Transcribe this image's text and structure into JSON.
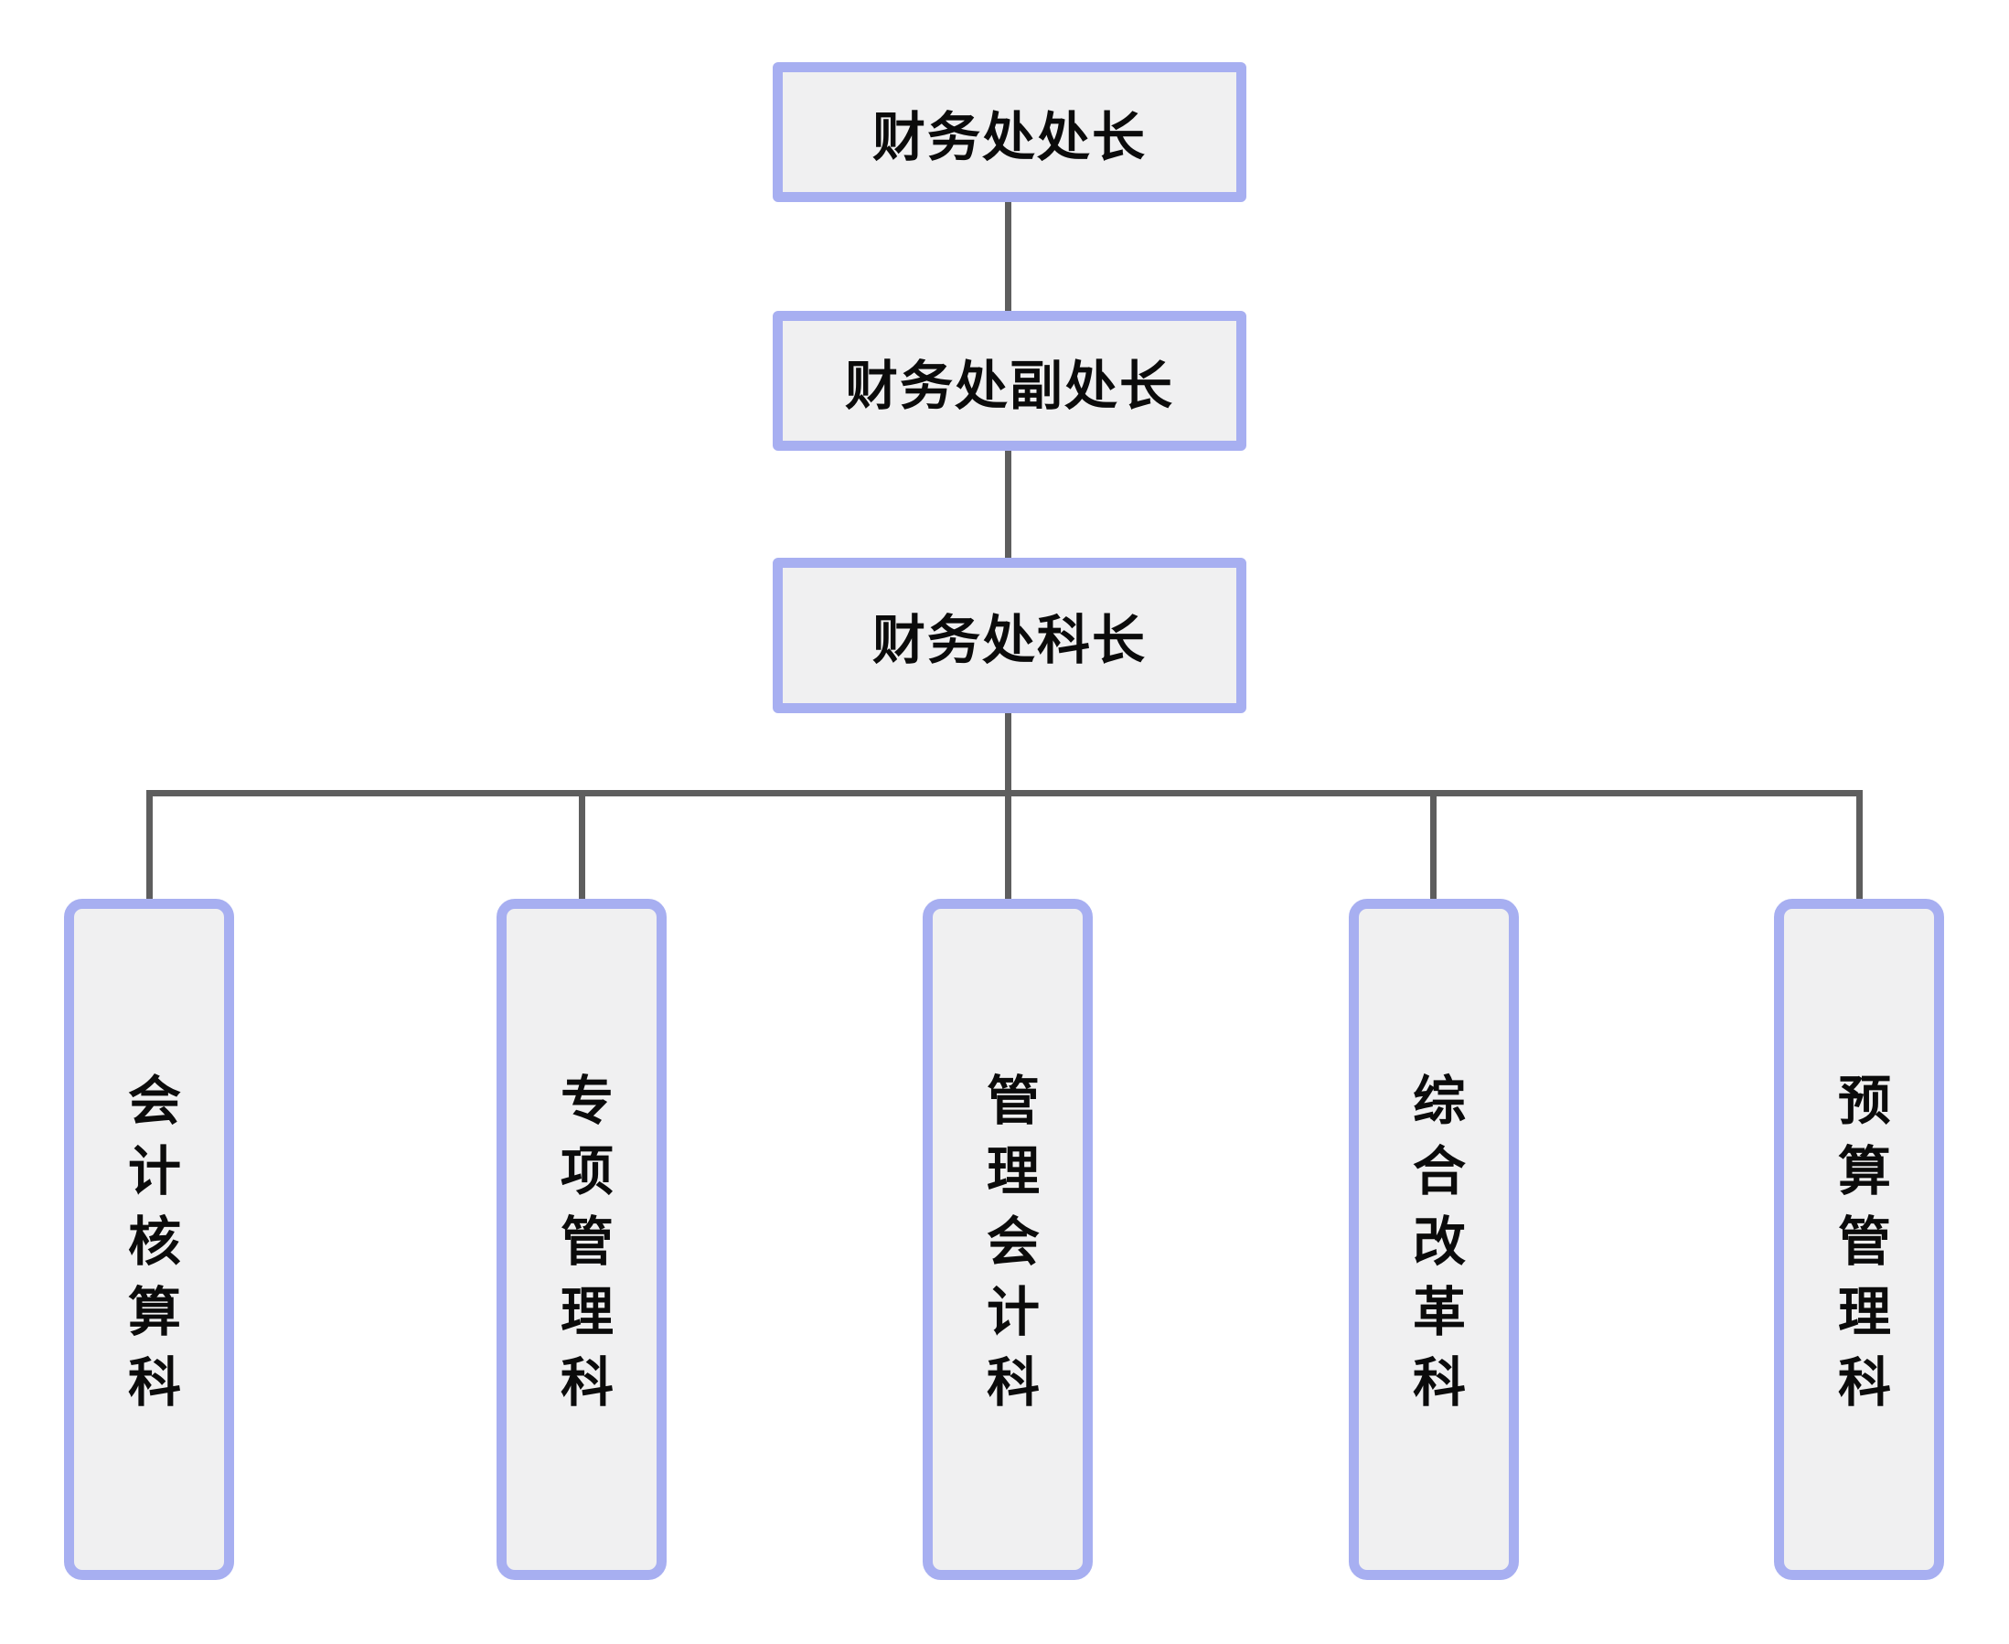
{
  "diagram": {
    "type": "org-chart",
    "colors": {
      "background": "#ffffff",
      "node_border": "#a7aff1",
      "node_fill": "#f0f0f1",
      "connector": "#5e5e5e",
      "text": "#0b0b0b"
    },
    "management_chain": {
      "director": {
        "label": "财务处处长"
      },
      "deputy_director": {
        "label": "财务处副处长"
      },
      "section_chief": {
        "label": "财务处科长"
      }
    },
    "departments": [
      {
        "label": "会计核算科"
      },
      {
        "label": "专项管理科"
      },
      {
        "label": "管理会计科"
      },
      {
        "label": "综合改革科"
      },
      {
        "label": "预算管理科"
      }
    ]
  }
}
